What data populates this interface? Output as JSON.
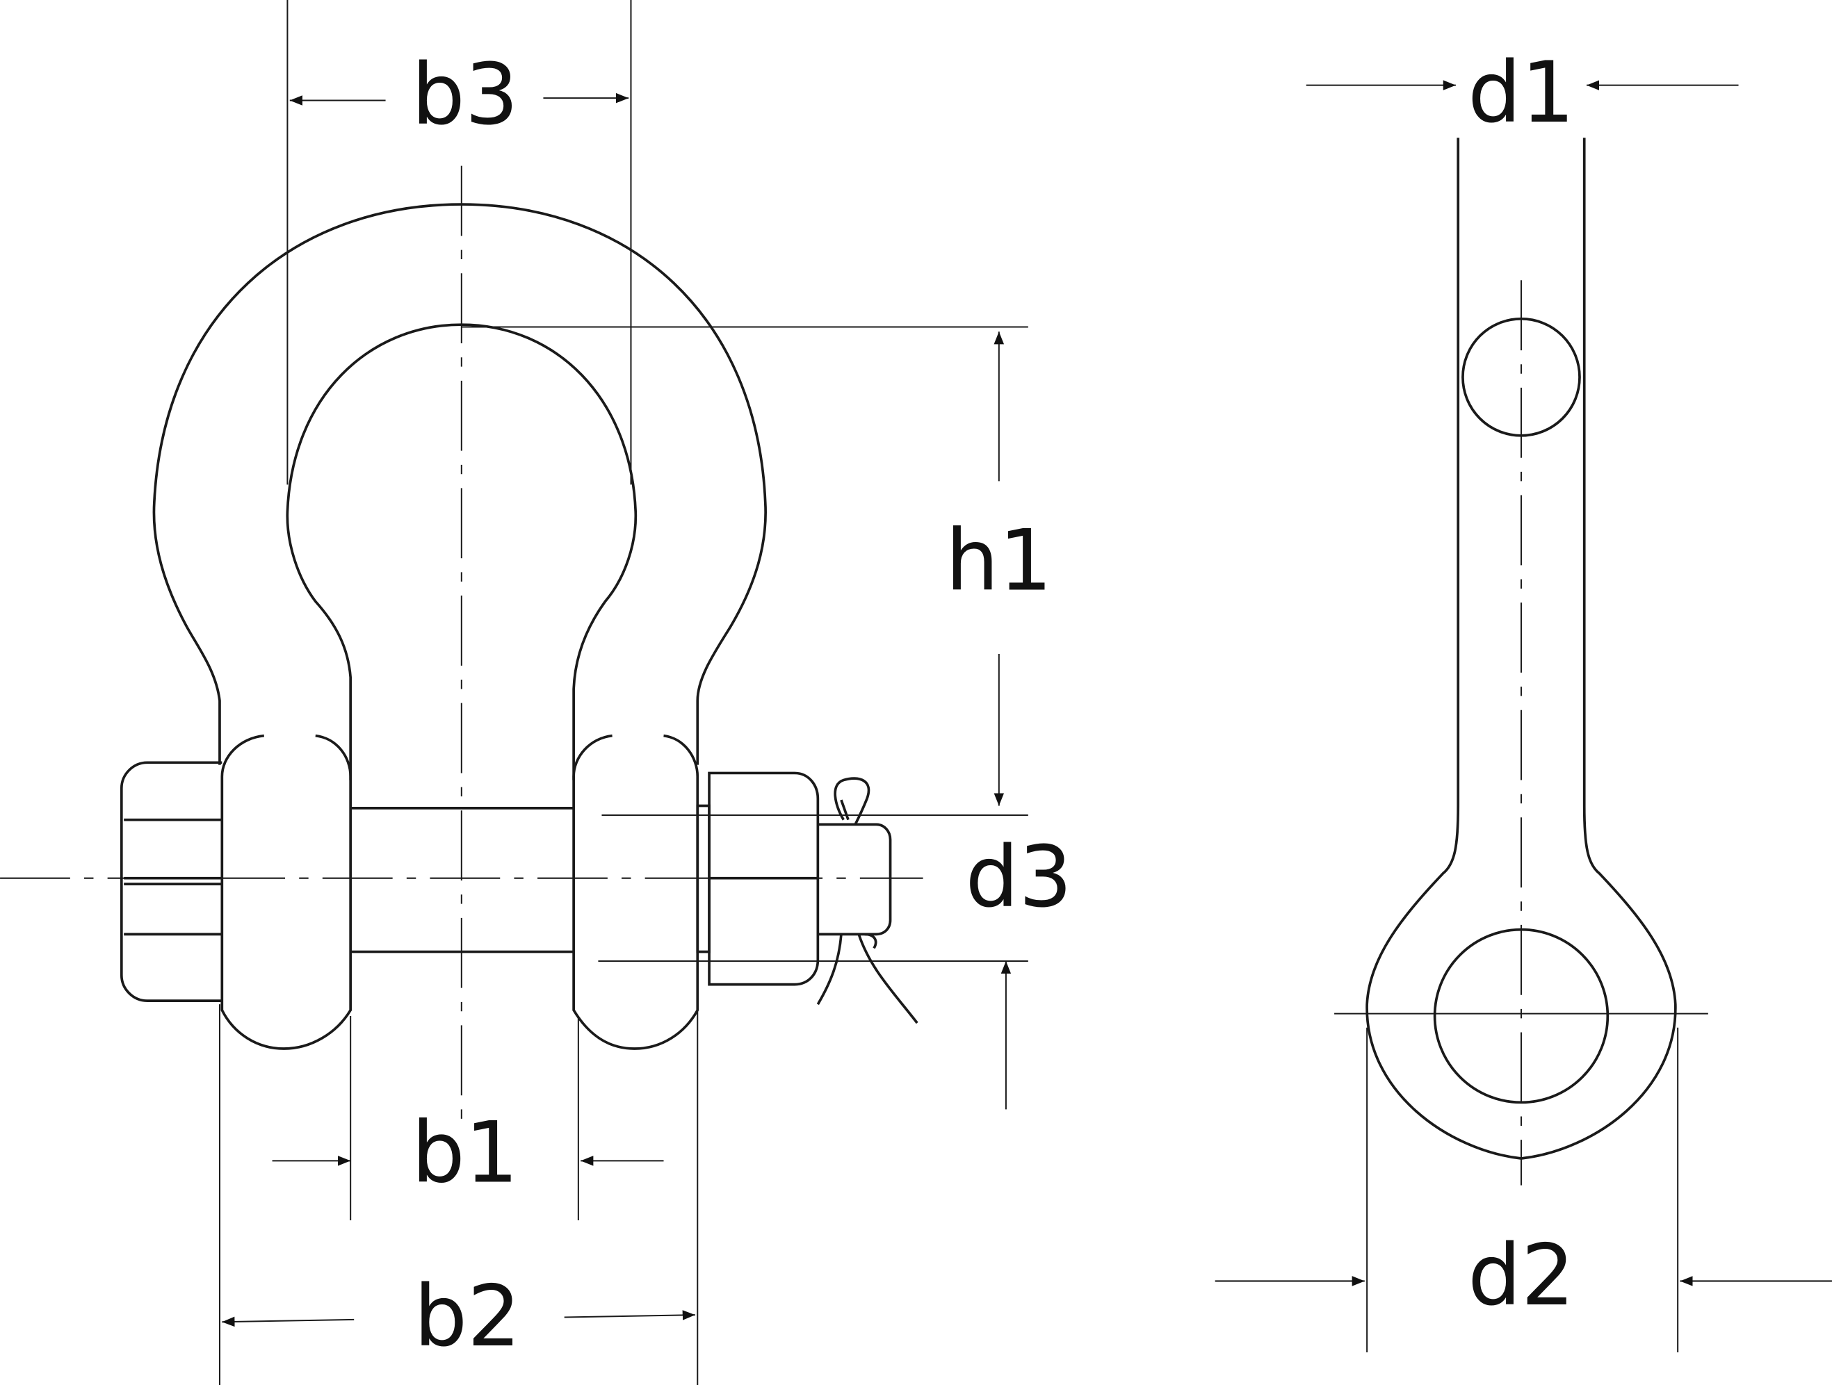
{
  "diagram": {
    "title": "Bow shackle with safety bolt - dimensions",
    "labels": {
      "b3": "b3",
      "d1": "d1",
      "h1": "h1",
      "d3": "d3",
      "b1": "b1",
      "b2": "b2",
      "d2": "d2"
    },
    "colors": {
      "line": "#1a1a1a",
      "background": "#ffffff"
    }
  }
}
